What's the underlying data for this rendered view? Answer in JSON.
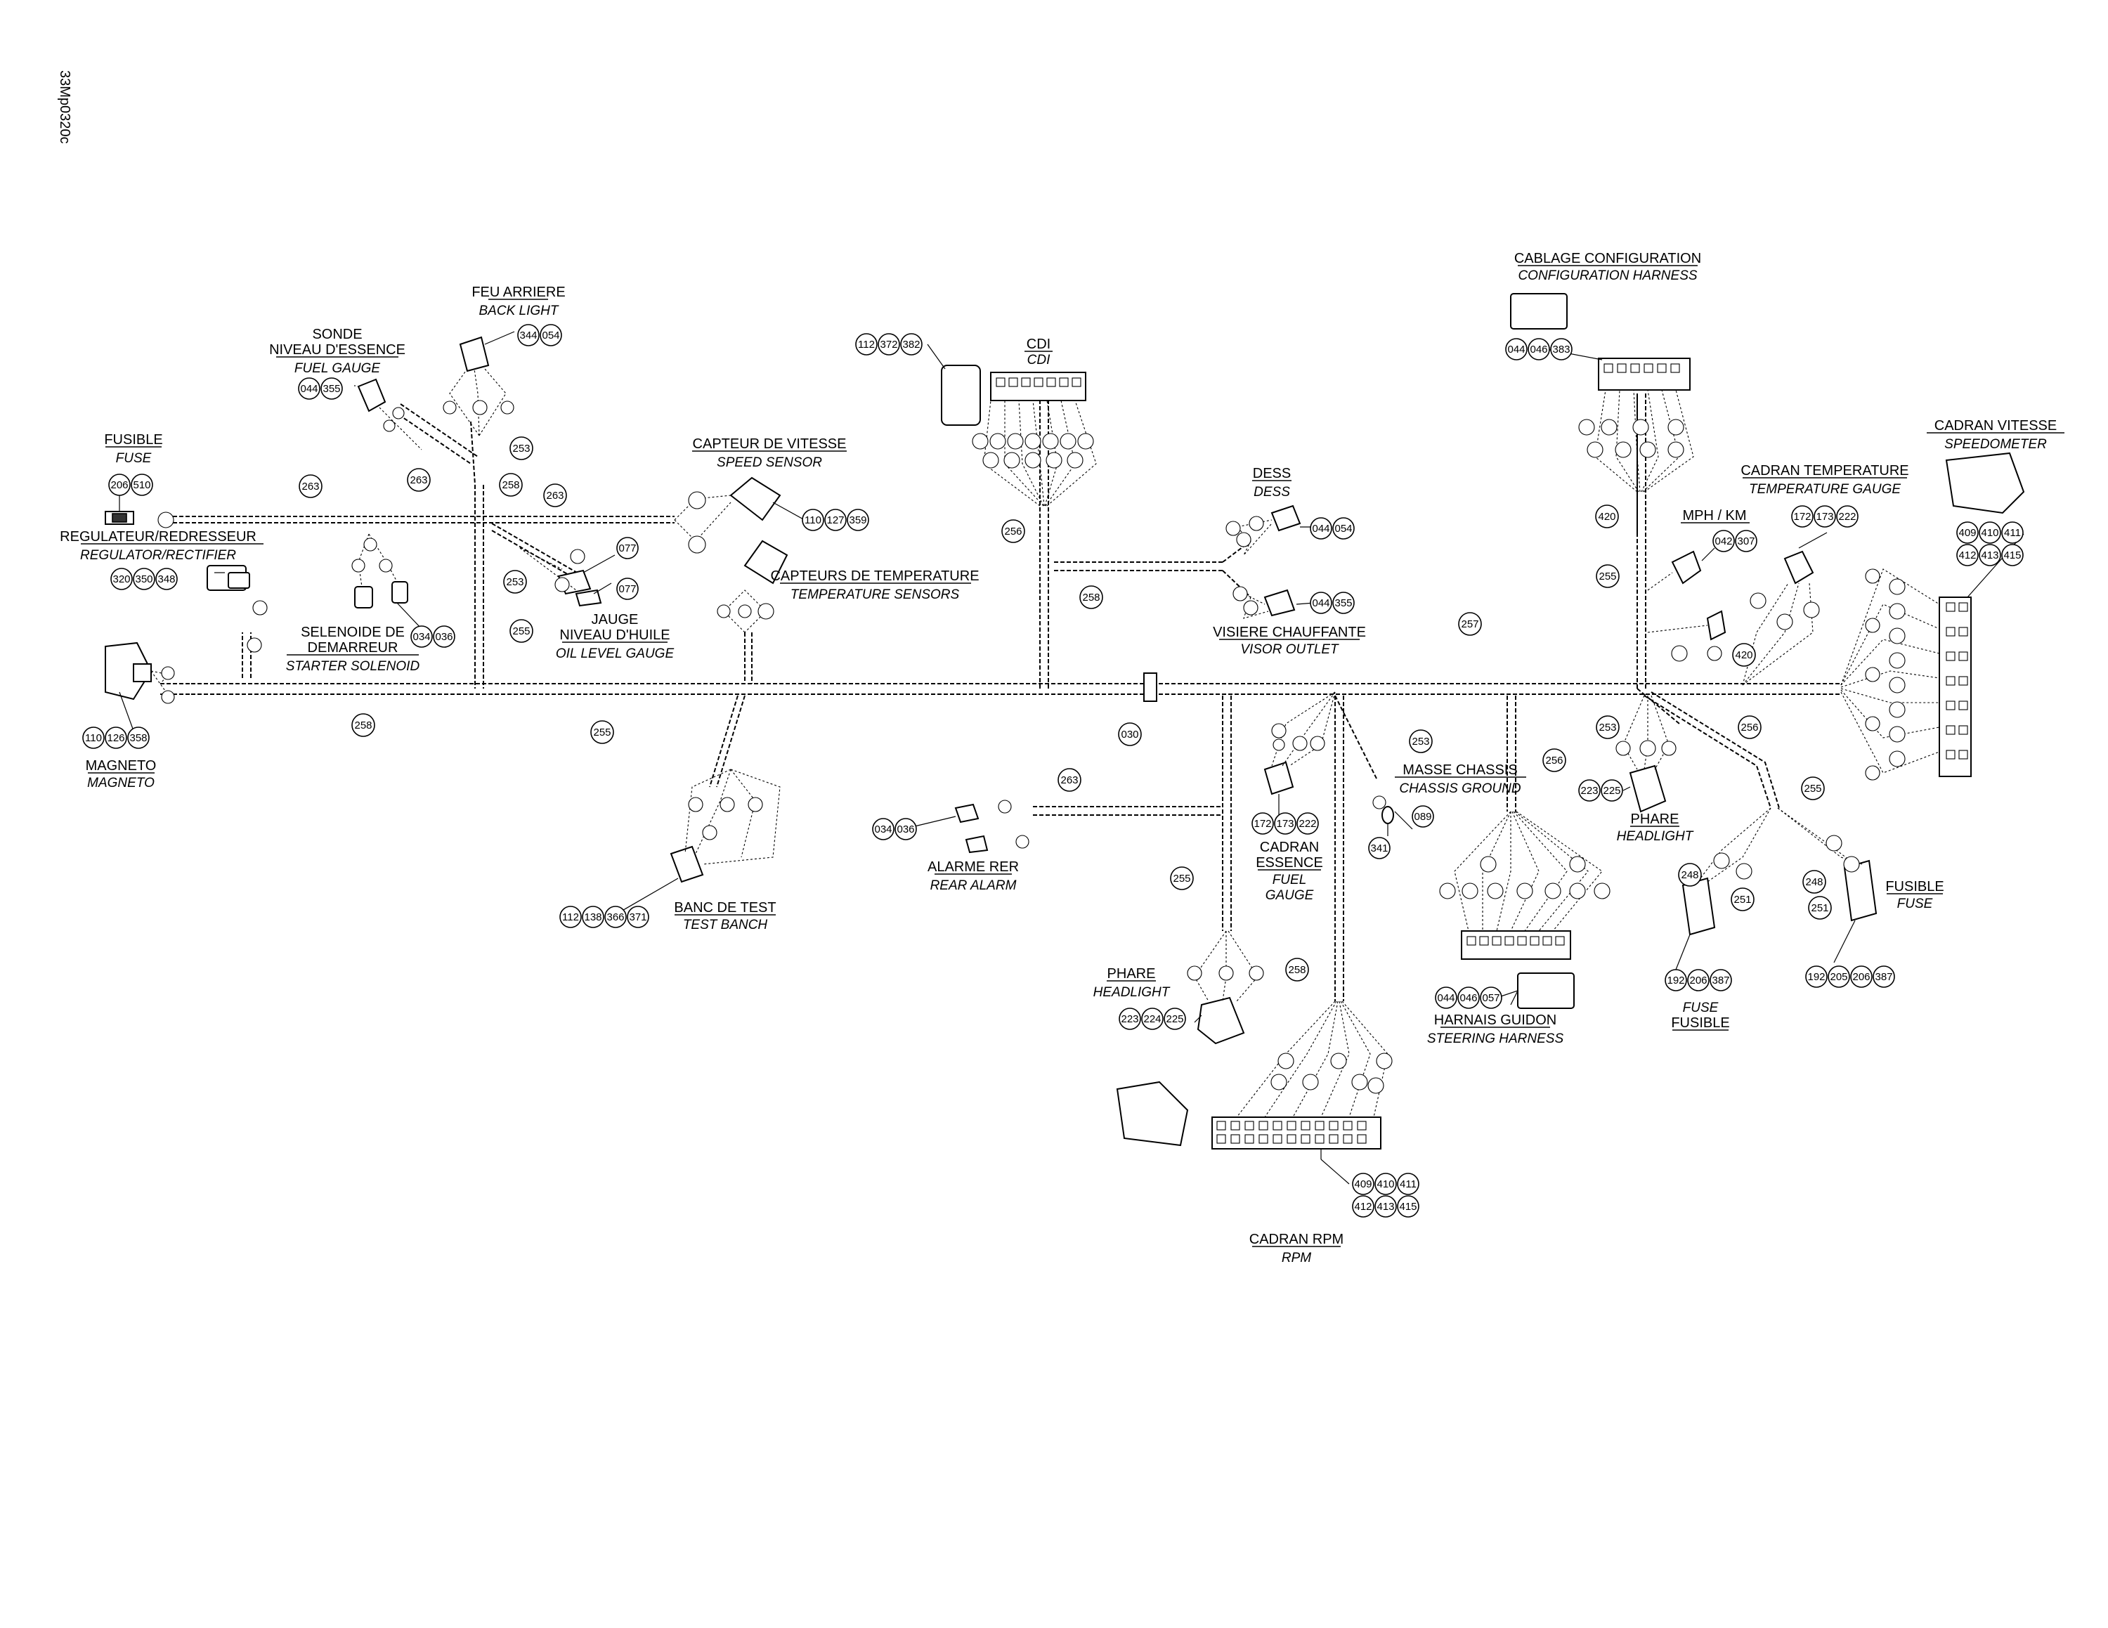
{
  "doc_id": "33Mp0320c",
  "components": [
    {
      "id": "fuse_left",
      "title": "FUSIBLE",
      "subtitle": "FUSE",
      "refs": [
        "206",
        "510"
      ]
    },
    {
      "id": "regulator",
      "title": "REGULATEUR/REDRESSEUR",
      "subtitle": "REGULATOR/RECTIFIER",
      "refs": [
        "320",
        "350",
        "348"
      ]
    },
    {
      "id": "fuel_sender",
      "title": "SONDE",
      "title2": "NIVEAU D'ESSENCE",
      "subtitle": "FUEL GAUGE",
      "refs": [
        "044",
        "355"
      ]
    },
    {
      "id": "back_light",
      "title": "FEU ARRIERE",
      "subtitle": "BACK LIGHT",
      "refs": [
        "344",
        "054"
      ]
    },
    {
      "id": "magneto",
      "title": "MAGNETO",
      "subtitle": "MAGNETO",
      "refs": [
        "110",
        "126",
        "358"
      ]
    },
    {
      "id": "starter_solenoid",
      "title": "SELENOIDE DE",
      "title2": "DEMARREUR",
      "subtitle": "STARTER SOLENOID",
      "refs": [
        "034",
        "036"
      ]
    },
    {
      "id": "oil_gauge",
      "title": "JAUGE",
      "title2": "NIVEAU D'HUILE",
      "subtitle": "OIL LEVEL GAUGE",
      "refs": [
        "077",
        "077"
      ]
    },
    {
      "id": "speed_sensor",
      "title": "CAPTEUR DE VITESSE",
      "subtitle": "SPEED SENSOR",
      "refs": [
        "110",
        "127",
        "359"
      ]
    },
    {
      "id": "temp_sensors",
      "title": "CAPTEURS DE TEMPERATURE",
      "subtitle": "TEMPERATURE SENSORS",
      "refs": []
    },
    {
      "id": "cdi",
      "title": "CDI",
      "subtitle": "CDI",
      "refs": [
        "112",
        "372",
        "382"
      ]
    },
    {
      "id": "dess",
      "title": "DESS",
      "subtitle": "DESS",
      "refs": [
        "044",
        "054"
      ]
    },
    {
      "id": "visor_outlet",
      "title": "VISIERE CHAUFFANTE",
      "subtitle": "VISOR OUTLET",
      "refs": [
        "044",
        "355"
      ]
    },
    {
      "id": "config_harness",
      "title": "CABLAGE CONFIGURATION",
      "subtitle": "CONFIGURATION HARNESS",
      "refs": [
        "044",
        "046",
        "383"
      ]
    },
    {
      "id": "mph_km",
      "title": "MPH / KM",
      "subtitle": "",
      "refs": [
        "042",
        "307"
      ]
    },
    {
      "id": "temp_gauge",
      "title": "CADRAN TEMPERATURE",
      "subtitle": "TEMPERATURE GAUGE",
      "refs": [
        "172",
        "173",
        "222"
      ]
    },
    {
      "id": "speedometer",
      "title": "CADRAN VITESSE",
      "subtitle": "SPEEDOMETER",
      "refs": [
        "409",
        "410",
        "411",
        "412",
        "413",
        "415"
      ]
    },
    {
      "id": "test_bench",
      "title": "BANC DE TEST",
      "subtitle": "TEST BANCH",
      "refs": [
        "112",
        "138",
        "366",
        "371"
      ]
    },
    {
      "id": "rear_alarm",
      "title": "ALARME RER",
      "subtitle": "REAR ALARM",
      "refs": [
        "034",
        "036"
      ]
    },
    {
      "id": "fuel_gauge_dial",
      "title": "CADRAN",
      "title2": "ESSENCE",
      "subtitle": "FUEL",
      "subtitle2": "GAUGE",
      "refs": [
        "172",
        "173",
        "222"
      ]
    },
    {
      "id": "chassis_ground",
      "title": "MASSE CHASSIS",
      "subtitle": "CHASSIS GROUND",
      "refs": [
        "341",
        "089"
      ]
    },
    {
      "id": "headlight_left",
      "title": "PHARE",
      "subtitle": "HEADLIGHT",
      "refs": [
        "223",
        "224",
        "225"
      ]
    },
    {
      "id": "headlight_right",
      "title": "PHARE",
      "subtitle": "HEADLIGHT",
      "refs": [
        "223",
        "225"
      ]
    },
    {
      "id": "steering_harness",
      "title": "HARNAIS GUIDON",
      "subtitle": "STEERING HARNESS",
      "refs": [
        "044",
        "046",
        "057"
      ]
    },
    {
      "id": "fuse_fusible",
      "title": "FUSE",
      "subtitle": "FUSIBLE",
      "refs": [
        "192",
        "206",
        "387"
      ]
    },
    {
      "id": "fuse_right",
      "title": "FUSIBLE",
      "subtitle": "FUSE",
      "refs": [
        "192",
        "205",
        "206",
        "387"
      ]
    },
    {
      "id": "rpm_dial",
      "title": "CADRAN RPM",
      "subtitle": "RPM",
      "refs": [
        "409",
        "410",
        "411",
        "412",
        "413",
        "415"
      ]
    }
  ],
  "harness_callouts": [
    "263",
    "263",
    "253",
    "258",
    "263",
    "253",
    "255",
    "258",
    "255",
    "256",
    "258",
    "257",
    "255",
    "420",
    "420",
    "256",
    "253",
    "256",
    "255",
    "255",
    "253",
    "258",
    "263",
    "030",
    "248",
    "251",
    "248",
    "251"
  ]
}
